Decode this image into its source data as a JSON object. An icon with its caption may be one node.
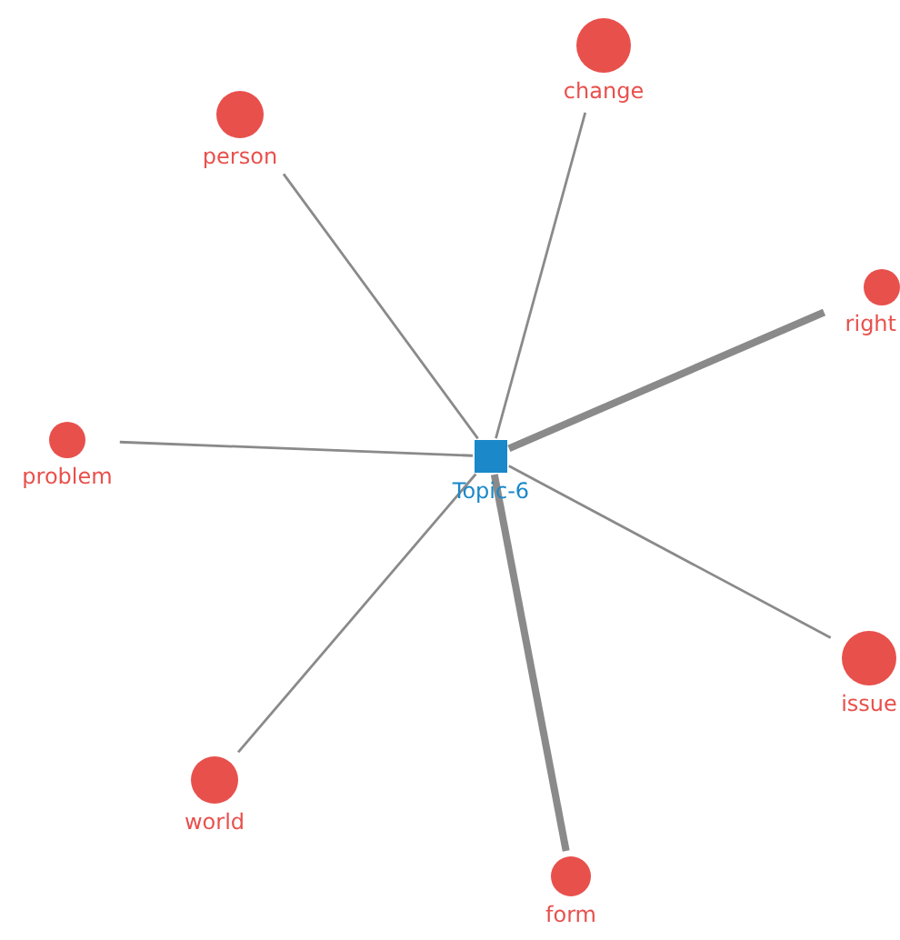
{
  "diagram": {
    "nodes": [
      {
        "text": [
          "Topic-6"
        ]
      },
      {
        "text": [
          "change"
        ]
      },
      {
        "text": [
          "person"
        ]
      },
      {
        "text": [
          "right"
        ]
      },
      {
        "text": [
          "problem"
        ]
      },
      {
        "text": [
          "issue"
        ]
      },
      {
        "text": [
          "world"
        ]
      },
      {
        "text": [
          "form"
        ]
      }
    ],
    "edges": [
      {
        "from": 0,
        "to": 1,
        "arrow": "none"
      },
      {
        "from": 0,
        "to": 2,
        "arrow": "none"
      },
      {
        "from": 0,
        "to": 3,
        "arrow": "none",
        "style": "thick"
      },
      {
        "from": 0,
        "to": 4,
        "arrow": "none"
      },
      {
        "from": 0,
        "to": 5,
        "arrow": "none"
      },
      {
        "from": 0,
        "to": 6,
        "arrow": "none"
      },
      {
        "from": 0,
        "to": 7,
        "arrow": "none",
        "style": "thick"
      }
    ]
  }
}
